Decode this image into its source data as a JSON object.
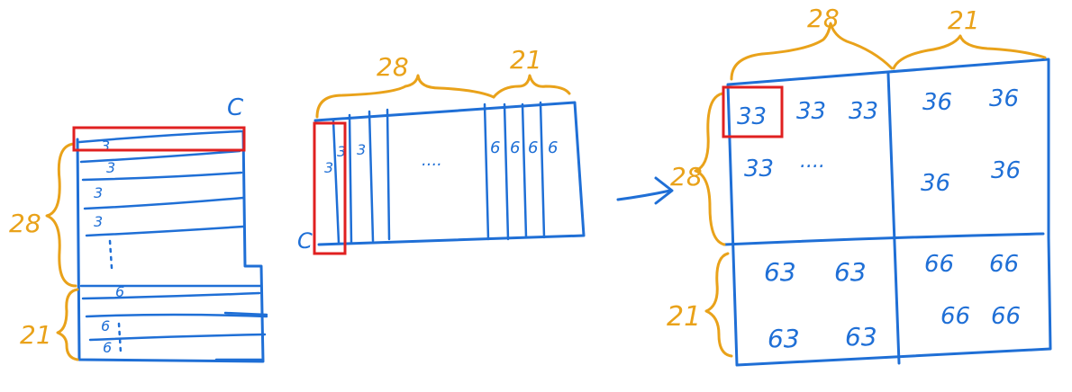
{
  "left_matrix": {
    "channel_label": "C",
    "brace_top_label": "28",
    "brace_bottom_label": "21",
    "row_marks": [
      "3",
      "3",
      "3",
      "3",
      "6",
      "6",
      "6"
    ]
  },
  "middle_matrix": {
    "channel_label": "C",
    "brace_left_label": "28",
    "brace_right_label": "21",
    "col_marks": [
      "3",
      "3",
      "3",
      "6",
      "6",
      "6",
      "6"
    ],
    "ellipsis": "...."
  },
  "arrow": "→",
  "result_matrix": {
    "top_labels": [
      "28",
      "21"
    ],
    "left_labels": [
      "28",
      "21"
    ],
    "top_left": [
      "33",
      "33",
      "33",
      "33",
      "...."
    ],
    "top_right": [
      "36",
      "36",
      "36",
      "36"
    ],
    "bottom_left": [
      "63",
      "63",
      "63",
      "63"
    ],
    "bottom_right": [
      "66",
      "66",
      "66",
      "66"
    ]
  },
  "colors": {
    "ink": "#1f6fd6",
    "annotation": "#e9a21a",
    "highlight": "#e02020"
  }
}
